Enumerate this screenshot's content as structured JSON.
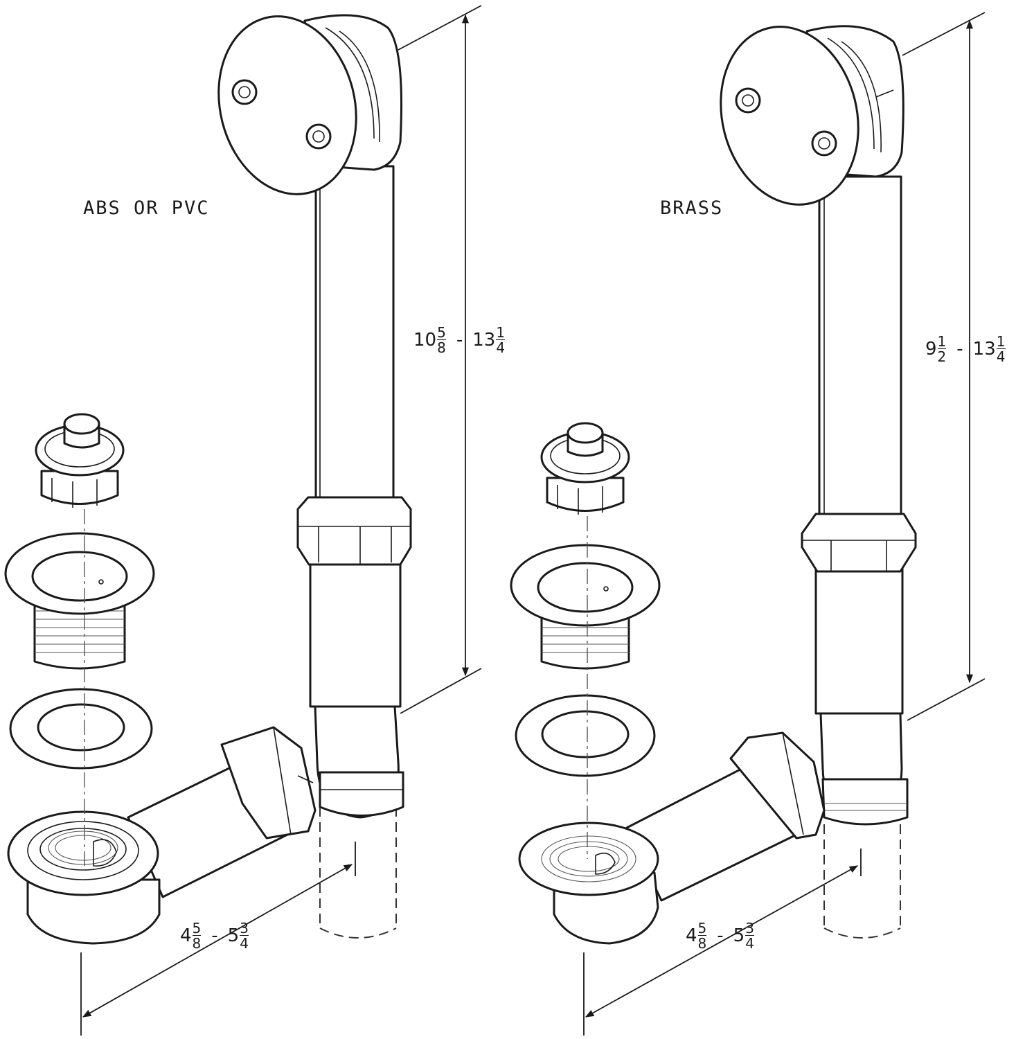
{
  "panels": {
    "left": {
      "label": "ABS OR PVC",
      "height_dim": {
        "whole_a": "10",
        "num_a": "5",
        "den_a": "8",
        "sep": "-",
        "whole_b": "13",
        "num_b": "1",
        "den_b": "4"
      },
      "width_dim": {
        "whole_a": "4",
        "num_a": "5",
        "den_a": "8",
        "sep": "-",
        "whole_b": "5",
        "num_b": "3",
        "den_b": "4"
      }
    },
    "right": {
      "label": "BRASS",
      "height_dim": {
        "whole_a": "9",
        "num_a": "1",
        "den_a": "2",
        "sep": "-",
        "whole_b": "13",
        "num_b": "1",
        "den_b": "4"
      },
      "width_dim": {
        "whole_a": "4",
        "num_a": "5",
        "den_a": "8",
        "sep": "-",
        "whole_b": "5",
        "num_b": "3",
        "den_b": "4"
      }
    }
  }
}
